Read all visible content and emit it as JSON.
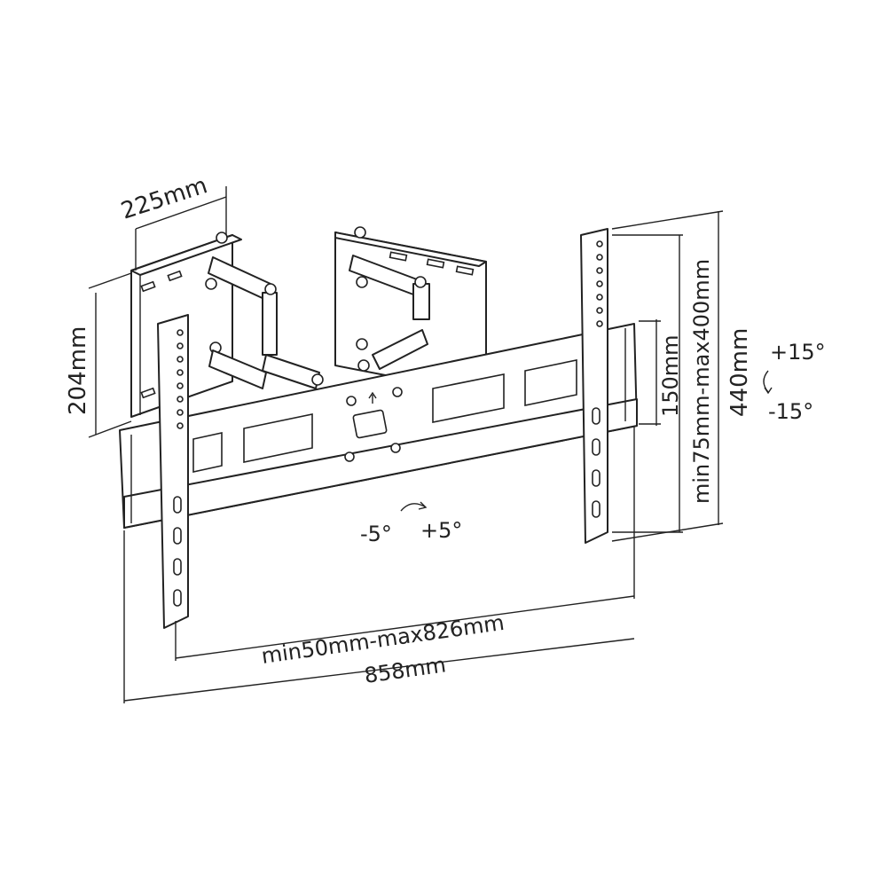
{
  "dimensions": {
    "plate_width": "225mm",
    "plate_height": "204mm",
    "rail_vertical_range": "min75mm-max400mm",
    "overall_height": "440mm",
    "rail_spacing": "150mm",
    "horizontal_range": "min50mm-max826mm",
    "overall_width": "858mm"
  },
  "tilt": {
    "up": "+15°",
    "down": "-15°"
  },
  "swivel": {
    "left": "-5°",
    "right": "+5°"
  },
  "colors": {
    "line": "#222222",
    "background": "#ffffff"
  }
}
